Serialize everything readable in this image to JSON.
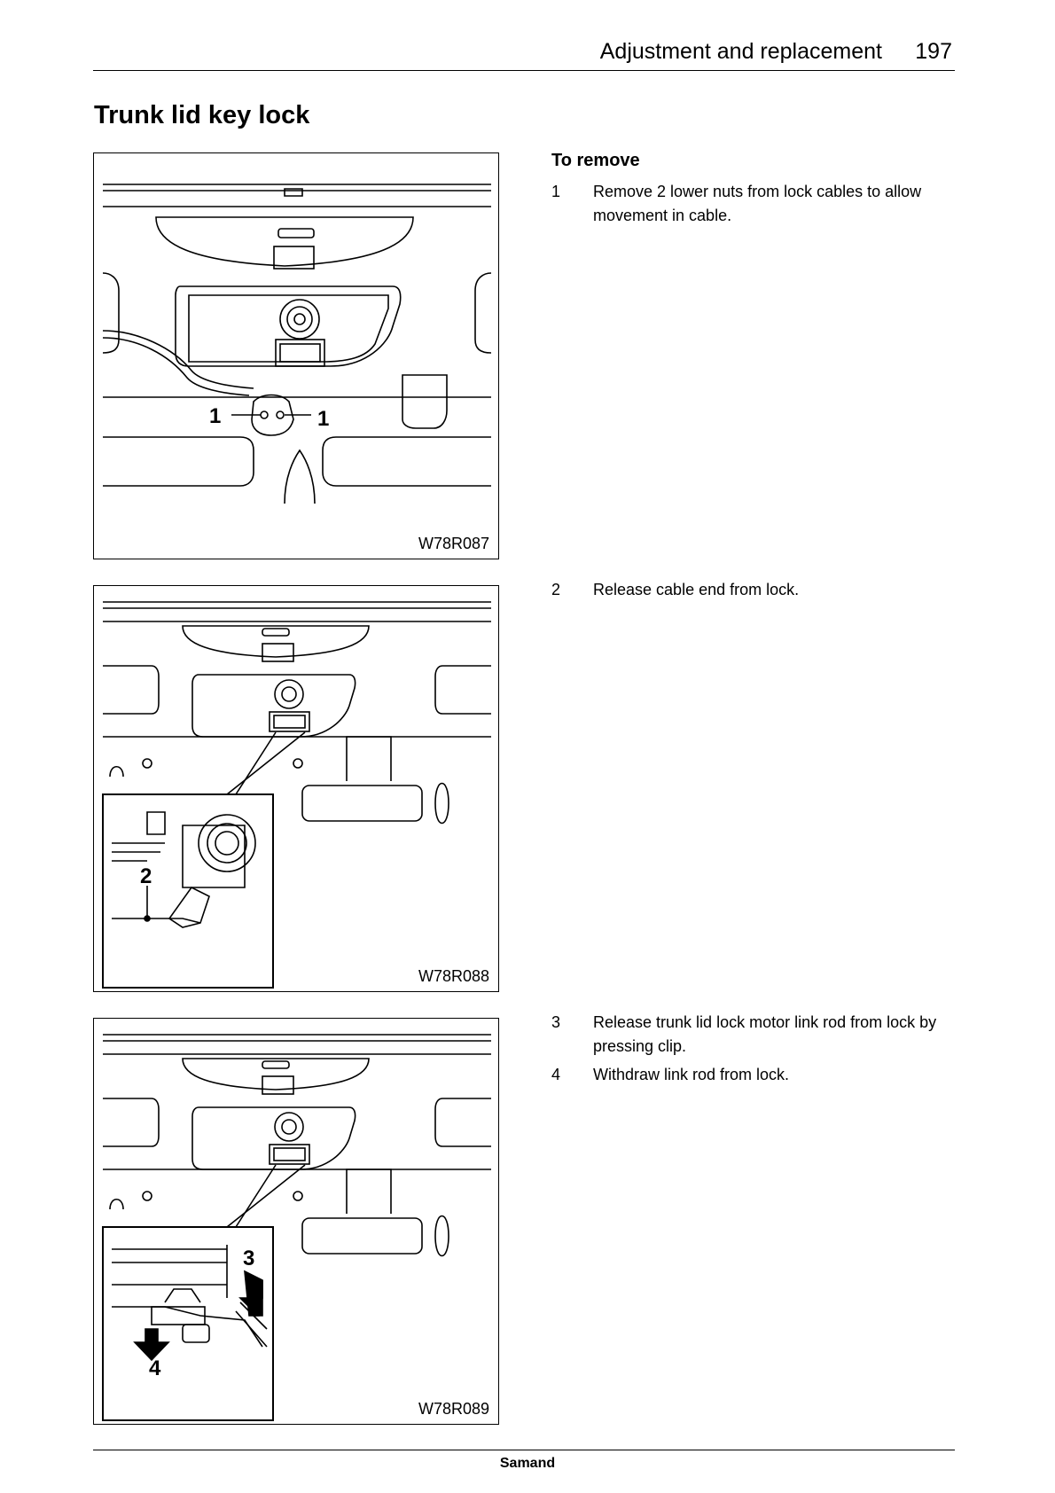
{
  "header": {
    "title": "Adjustment and replacement",
    "page_number": "197"
  },
  "page_title": "Trunk lid key lock",
  "section_heading": "To remove",
  "steps": [
    {
      "num": "1",
      "text": "Remove 2 lower nuts from lock cables to allow movement in cable."
    },
    {
      "num": "2",
      "text": "Release cable end from lock."
    },
    {
      "num": "3",
      "text": "Release trunk lid lock motor link rod from lock by pressing clip."
    },
    {
      "num": "4",
      "text": "Withdraw link rod from lock."
    }
  ],
  "figures": [
    {
      "code": "W78R087",
      "callouts": [
        "1",
        "1"
      ]
    },
    {
      "code": "W78R088",
      "callouts": [
        "2"
      ]
    },
    {
      "code": "W78R089",
      "callouts": [
        "3",
        "4"
      ]
    }
  ],
  "footer": {
    "brand": "Samand"
  }
}
